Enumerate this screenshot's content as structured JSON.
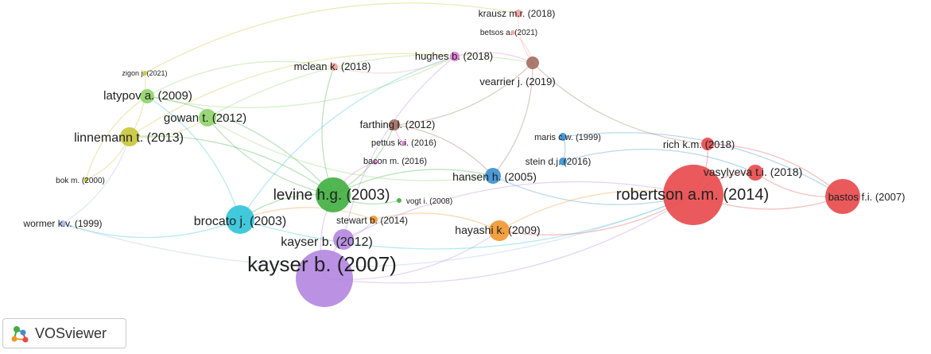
{
  "brand": {
    "name": "VOSviewer"
  },
  "clusters": {
    "red": "#e8484a",
    "green": "#3fae3f",
    "blue": "#3b8fd0",
    "yellowgreen": "#c9c43a",
    "purple": "#b486e0",
    "cyan": "#2fc3d8",
    "orange": "#f1962c",
    "brown": "#a26d5f",
    "pink": "#e07ad8",
    "lightgreen": "#8fd36a",
    "periwinkle": "#a9b9ec",
    "salmon": "#f2a3a0"
  },
  "nodes": [
    {
      "id": "kayser2007",
      "label": "kayser b. (2007)",
      "cluster": "purple"
    },
    {
      "id": "kayser2012",
      "label": "kayser b. (2012)",
      "cluster": "purple"
    },
    {
      "id": "robertson2014",
      "label": "robertson a.m. (2014)",
      "cluster": "red"
    },
    {
      "id": "bastos2007",
      "label": "bastos f.i. (2007)",
      "cluster": "red"
    },
    {
      "id": "vasylyeva2018",
      "label": "vasylyeva t.i. (2018)",
      "cluster": "red"
    },
    {
      "id": "rich2018",
      "label": "rich k.m. (2018)",
      "cluster": "red"
    },
    {
      "id": "levine2003",
      "label": "levine h.g. (2003)",
      "cluster": "green"
    },
    {
      "id": "brocato2003",
      "label": "brocato j. (2003)",
      "cluster": "cyan"
    },
    {
      "id": "hansen2005",
      "label": "hansen h. (2005)",
      "cluster": "blue"
    },
    {
      "id": "stein2016",
      "label": "stein d.j. (2016)",
      "cluster": "blue"
    },
    {
      "id": "maris1999",
      "label": "maris c.w. (1999)",
      "cluster": "blue"
    },
    {
      "id": "hayashi2009",
      "label": "hayashi k. (2009)",
      "cluster": "orange"
    },
    {
      "id": "stewart2014",
      "label": "stewart b. (2014)",
      "cluster": "orange"
    },
    {
      "id": "vogt2008",
      "label": "vogt i. (2008)",
      "cluster": "green"
    },
    {
      "id": "bacon2016",
      "label": "bacon m. (2016)",
      "cluster": "pink"
    },
    {
      "id": "pettus2016",
      "label": "pettus k.i. (2016)",
      "cluster": "pink"
    },
    {
      "id": "farthing2012",
      "label": "farthing l. (2012)",
      "cluster": "brown"
    },
    {
      "id": "mclean2018",
      "label": "mclean k. (2018)",
      "cluster": "salmon"
    },
    {
      "id": "hughes2018",
      "label": "hughes b. (2018)",
      "cluster": "pink"
    },
    {
      "id": "krausz2018",
      "label": "krausz m.r. (2018)",
      "cluster": "salmon"
    },
    {
      "id": "betsos2021",
      "label": "betsos a. (2021)",
      "cluster": "salmon"
    },
    {
      "id": "vearrier2019",
      "label": "vearrier j. (2019)",
      "cluster": "brown"
    },
    {
      "id": "linnemann2013",
      "label": "linnemann t. (2013)",
      "cluster": "yellowgreen"
    },
    {
      "id": "gowan2012",
      "label": "gowan t. (2012)",
      "cluster": "lightgreen"
    },
    {
      "id": "latypov2009",
      "label": "latypov a. (2009)",
      "cluster": "lightgreen"
    },
    {
      "id": "zigon2021",
      "label": "zigon j. (2021)",
      "cluster": "yellowgreen"
    },
    {
      "id": "bok2000",
      "label": "bok m. (2000)",
      "cluster": "yellowgreen"
    },
    {
      "id": "wormer1999",
      "label": "wormer k.v. (1999)",
      "cluster": "periwinkle"
    }
  ],
  "links": [
    [
      "kayser2007",
      "robertson2014"
    ],
    [
      "kayser2007",
      "levine2003"
    ],
    [
      "kayser2007",
      "hayashi2009"
    ],
    [
      "kayser2007",
      "kayser2012"
    ],
    [
      "kayser2012",
      "stewart2014"
    ],
    [
      "kayser2012",
      "hughes2018"
    ],
    [
      "levine2003",
      "linnemann2013"
    ],
    [
      "levine2003",
      "gowan2012"
    ],
    [
      "levine2003",
      "latypov2009"
    ],
    [
      "levine2003",
      "hansen2005"
    ],
    [
      "levine2003",
      "farthing2012"
    ],
    [
      "levine2003",
      "mclean2018"
    ],
    [
      "levine2003",
      "brocato2003"
    ],
    [
      "brocato2003",
      "wormer1999"
    ],
    [
      "brocato2003",
      "latypov2009"
    ],
    [
      "brocato2003",
      "hughes2018"
    ],
    [
      "linnemann2013",
      "gowan2012"
    ],
    [
      "linnemann2013",
      "bok2000"
    ],
    [
      "linnemann2013",
      "zigon2021"
    ],
    [
      "latypov2009",
      "mclean2018"
    ],
    [
      "latypov2009",
      "hughes2018"
    ],
    [
      "gowan2012",
      "vearrier2019"
    ],
    [
      "mclean2018",
      "hughes2018"
    ],
    [
      "hughes2018",
      "vearrier2019"
    ],
    [
      "krausz2018",
      "vearrier2019"
    ],
    [
      "betsos2021",
      "vearrier2019"
    ],
    [
      "farthing2012",
      "vearrier2019"
    ],
    [
      "farthing2012",
      "hansen2005"
    ],
    [
      "vearrier2019",
      "rich2018"
    ],
    [
      "vearrier2019",
      "hansen2005"
    ],
    [
      "hansen2005",
      "robertson2014"
    ],
    [
      "stein2016",
      "vasylyeva2018"
    ],
    [
      "stein2016",
      "maris1999"
    ],
    [
      "maris1999",
      "bastos2007"
    ],
    [
      "robertson2014",
      "bastos2007"
    ],
    [
      "robertson2014",
      "vasylyeva2018"
    ],
    [
      "robertson2014",
      "rich2018"
    ],
    [
      "robertson2014",
      "hayashi2009"
    ],
    [
      "vasylyeva2018",
      "bastos2007"
    ],
    [
      "rich2018",
      "bastos2007"
    ],
    [
      "hayashi2009",
      "stewart2014"
    ],
    [
      "hayashi2009",
      "robertson2014"
    ],
    [
      "stewart2014",
      "brocato2003"
    ],
    [
      "vogt2008",
      "levine2003"
    ],
    [
      "bacon2016",
      "levine2003"
    ],
    [
      "pettus2016",
      "farthing2012"
    ],
    [
      "wormer1999",
      "linnemann2013"
    ],
    [
      "bok2000",
      "latypov2009"
    ],
    [
      "wormer1999",
      "robertson2014"
    ],
    [
      "zigon2021",
      "krausz2018"
    ],
    [
      "gowan2012",
      "hansen2005"
    ],
    [
      "kayser2012",
      "robertson2014"
    ],
    [
      "brocato2003",
      "robertson2014"
    ],
    [
      "linnemann2013",
      "hughes2018"
    ]
  ]
}
